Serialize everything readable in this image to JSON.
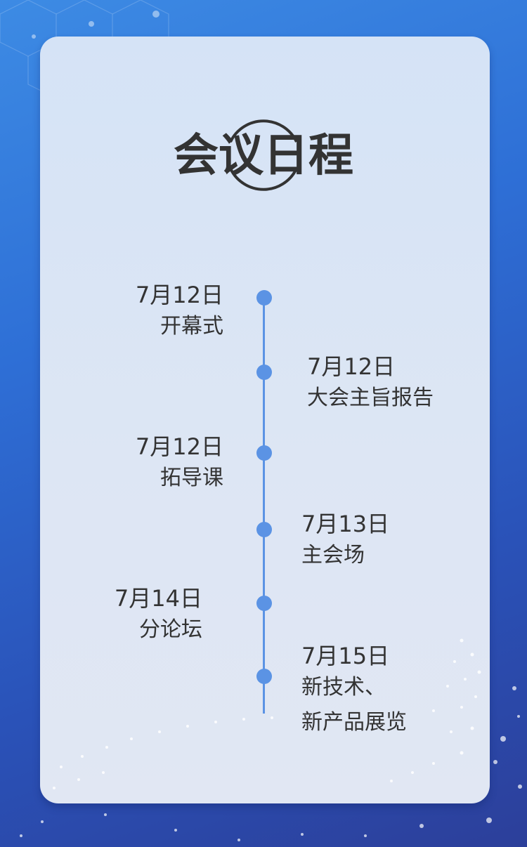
{
  "colors": {
    "accent": "#5b93e4",
    "text": "#333333",
    "background_blue": "#2e6fd6",
    "card": "#dae4f5"
  },
  "title": "会议日程",
  "events": [
    {
      "date": "7月12日",
      "name": "开幕式"
    },
    {
      "date": "7月12日",
      "name": "大会主旨报告"
    },
    {
      "date": "7月12日",
      "name": "拓导课"
    },
    {
      "date": "7月13日",
      "name": "主会场"
    },
    {
      "date": "7月14日",
      "name": "分论坛"
    },
    {
      "date": "7月15日",
      "name_line1": "新技术、",
      "name_line2": "新产品展览"
    }
  ]
}
